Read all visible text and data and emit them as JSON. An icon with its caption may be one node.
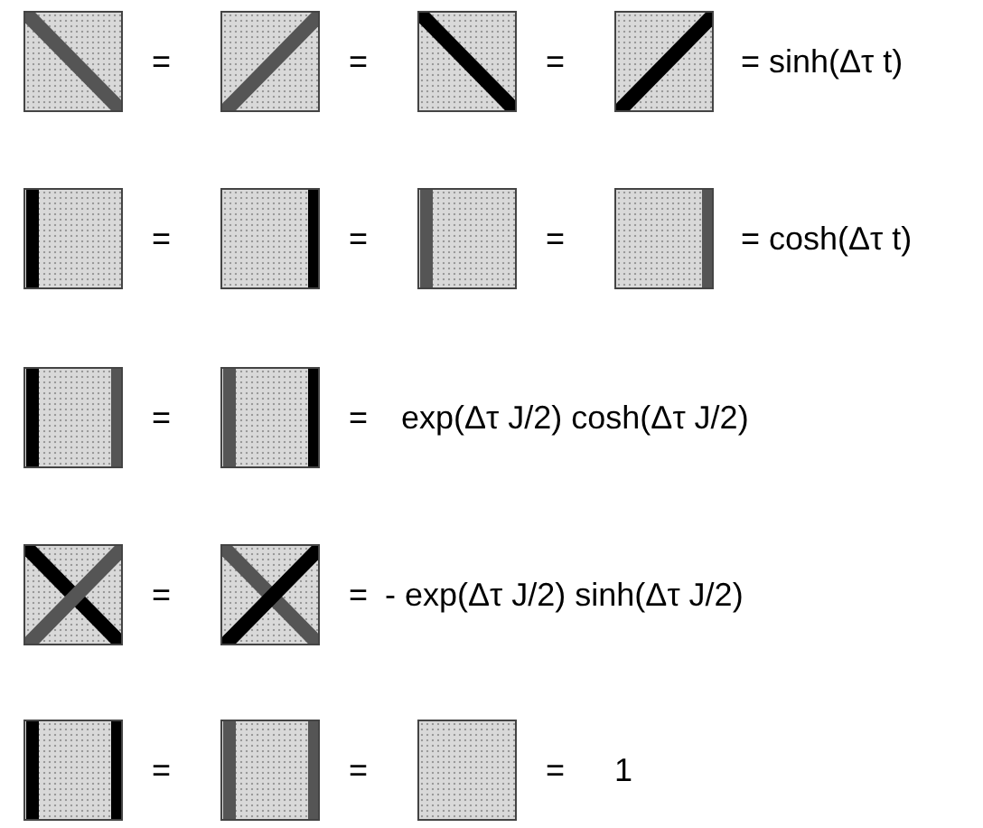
{
  "diagram": {
    "nodes": [
      {
        "text": [],
        "shape": "box"
      },
      {
        "text": [],
        "shape": "box"
      },
      {
        "text": [],
        "shape": "box"
      },
      {
        "text": [],
        "shape": "box"
      },
      {
        "text": [],
        "shape": "box"
      },
      {
        "text": [],
        "shape": "box"
      },
      {
        "text": [],
        "shape": "box"
      },
      {
        "text": [],
        "shape": "box"
      },
      {
        "text": [],
        "shape": "box"
      },
      {
        "text": [],
        "shape": "box"
      },
      {
        "text": [],
        "shape": "box"
      },
      {
        "text": [],
        "shape": "box"
      },
      {
        "text": [],
        "shape": "box"
      },
      {
        "text": [],
        "shape": "box"
      },
      {
        "text": [],
        "shape": "box"
      }
    ],
    "labels": [
      "=",
      "=",
      "=",
      "= sinh(Δτ t)",
      "=",
      "=",
      "=",
      "= cosh(Δτ t)",
      "=",
      "=",
      "exp(Δτ J/2) cosh(Δτ J/2)",
      "=",
      "=",
      "- exp(Δτ J/2) sinh(Δτ J/2)",
      "=",
      "=",
      "=",
      "1"
    ]
  }
}
